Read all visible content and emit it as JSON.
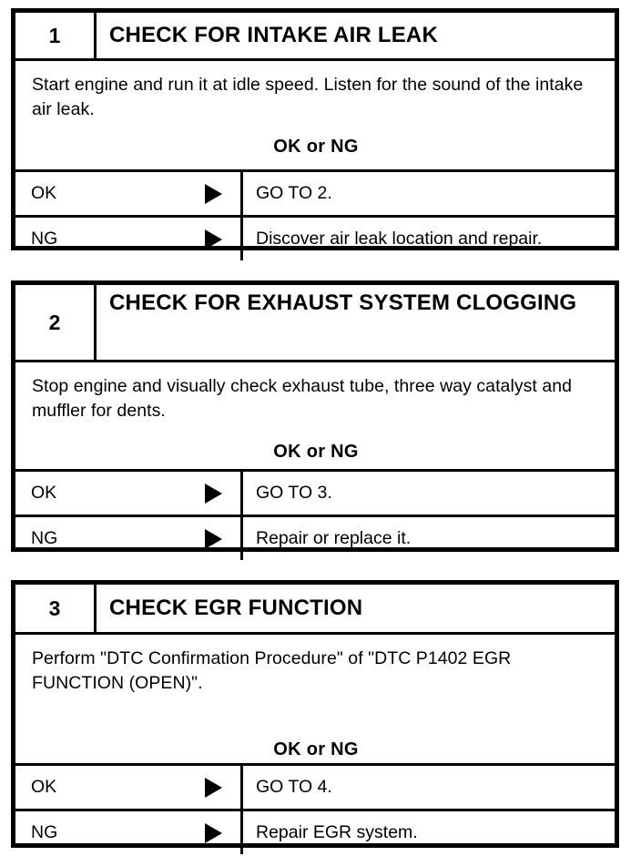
{
  "document": {
    "type": "diagnostic-procedure-flowchart",
    "arrow_glyph": "solid-right-triangle",
    "ink_color": "#000000",
    "background_color": "#ffffff"
  },
  "blocks": [
    {
      "number": "1",
      "title": "CHECK FOR INTAKE AIR LEAK",
      "instruction": "Start engine and run it at idle speed. Listen for the sound of the intake air leak.",
      "verdict_prompt": "OK or NG",
      "outcomes": [
        {
          "result": "OK",
          "action": "GO TO 2."
        },
        {
          "result": "NG",
          "action": "Discover air leak location and repair."
        }
      ]
    },
    {
      "number": "2",
      "title": "CHECK FOR EXHAUST SYSTEM CLOGGING",
      "instruction": "Stop engine and visually check exhaust tube, three way catalyst and muffler for dents.",
      "verdict_prompt": "OK or NG",
      "outcomes": [
        {
          "result": "OK",
          "action": "GO TO 3."
        },
        {
          "result": "NG",
          "action": "Repair or replace it."
        }
      ]
    },
    {
      "number": "3",
      "title": "CHECK EGR FUNCTION",
      "instruction": "Perform \"DTC Confirmation Procedure\" of \"DTC P1402 EGR FUNCTION (OPEN)\".",
      "verdict_prompt": "OK or NG",
      "outcomes": [
        {
          "result": "OK",
          "action": "GO TO 4."
        },
        {
          "result": "NG",
          "action": "Repair EGR system."
        }
      ]
    }
  ]
}
